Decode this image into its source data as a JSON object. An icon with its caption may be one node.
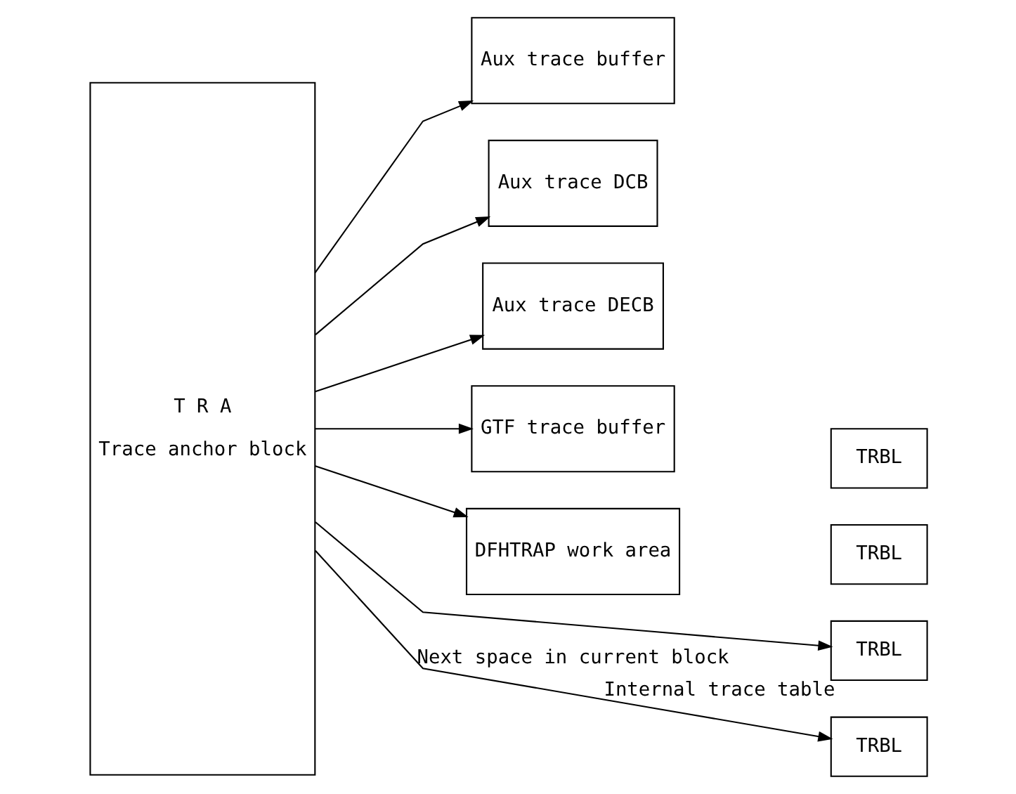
{
  "diagram": {
    "nodes": [
      {
        "text": [
          "T R A",
          "Trace anchor block"
        ]
      },
      {
        "text": [
          "Aux trace buffer"
        ]
      },
      {
        "text": [
          "Aux trace DCB"
        ]
      },
      {
        "text": [
          "Aux trace DECB"
        ]
      },
      {
        "text": [
          "GTF trace buffer"
        ]
      },
      {
        "text": [
          "DFHTRAP work area"
        ]
      },
      {
        "text": [
          "TRBL"
        ],
        "beside": [
          "Internal trace table"
        ]
      },
      {
        "text": [
          "TRBL"
        ]
      },
      {
        "text": [
          "TRBL"
        ]
      },
      {
        "text": [
          "TRBL"
        ]
      }
    ],
    "edges": [
      {
        "from": 0,
        "to": 6,
        "arrow": "to"
      },
      {
        "from": 0,
        "to": 8,
        "arrow": "to",
        "label": "Next space in current block"
      },
      {
        "from": 0,
        "to": 1,
        "arrow": "to"
      },
      {
        "from": 0,
        "to": 2,
        "arrow": "to"
      },
      {
        "from": 0,
        "to": 3,
        "arrow": "to"
      },
      {
        "from": 0,
        "to": 4,
        "arrow": "to"
      },
      {
        "from": 0,
        "to": 5,
        "arrow": "to"
      }
    ]
  }
}
